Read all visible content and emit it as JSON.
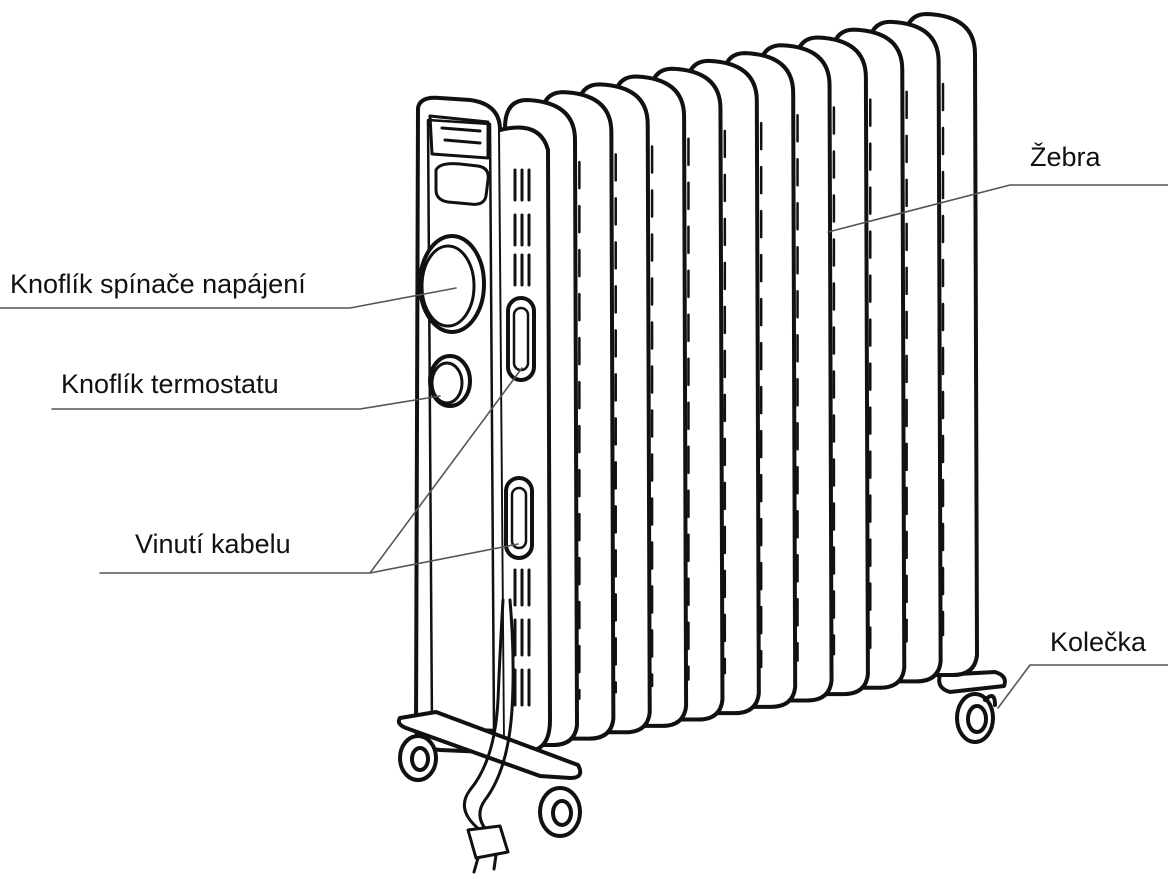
{
  "diagram": {
    "subject": "oil-filled-radiator",
    "fin_count": 12,
    "colors": {
      "line": "#111111",
      "leader": "#555555",
      "background": "#ffffff"
    },
    "labels": {
      "power_knob": "Knoflík spínače napájení",
      "thermostat_knob": "Knoflík termostatu",
      "cable_winder": "Vinutí kabelu",
      "fins": "Žebra",
      "wheels": "Kolečka"
    }
  }
}
